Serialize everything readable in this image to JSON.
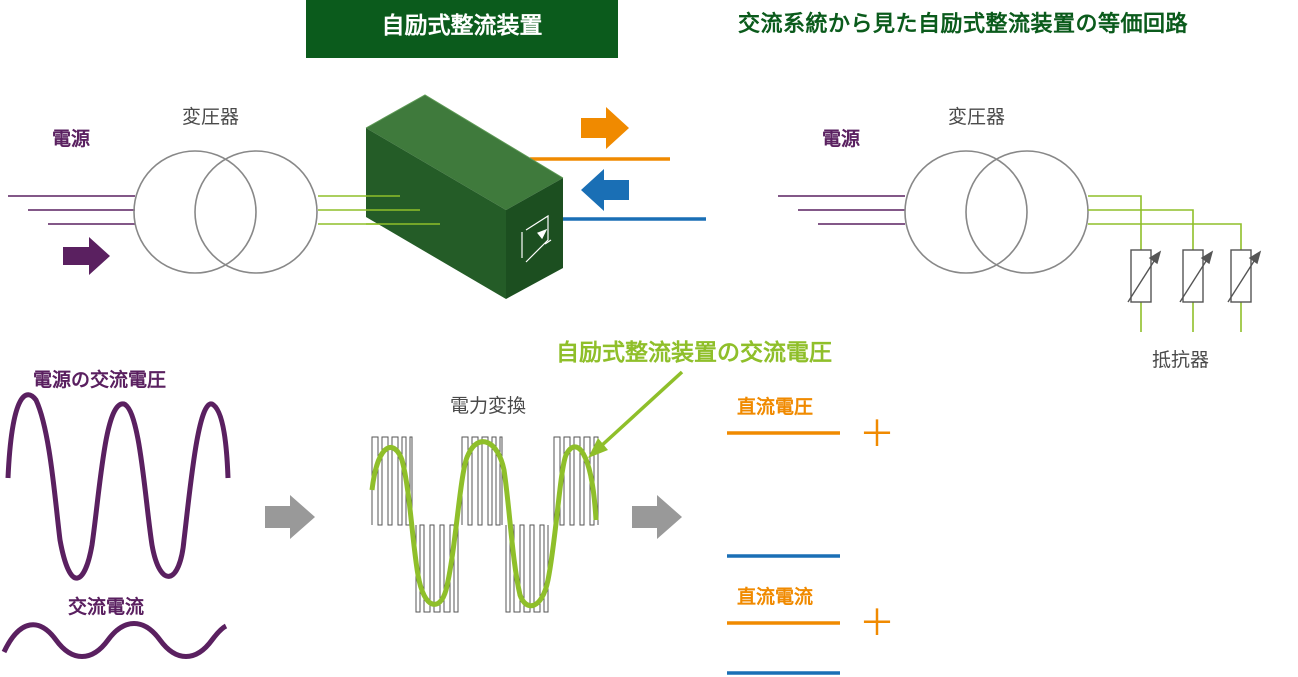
{
  "header": {
    "title": "自励式整流装置"
  },
  "equivalent_circuit": {
    "title": "交流系統から見た自励式整流装置の等価回路",
    "source_label": "電源",
    "transformer_label": "変圧器",
    "resistor_label": "抵抗器"
  },
  "main_circuit": {
    "source_label": "電源",
    "transformer_label": "変圧器"
  },
  "waveforms": {
    "source_voltage_label": "電源の交流電圧",
    "ac_current_label": "交流電流",
    "conversion_label": "電力変換",
    "rectifier_ac_voltage_label": "自励式整流装置の交流電圧",
    "dc_voltage_label": "直流電圧",
    "dc_current_label": "直流電流",
    "plus_sign": "＋"
  },
  "colors": {
    "dark_green": "#0b5b1c",
    "box_green": "#24602a",
    "source_purple": "#5a2060",
    "ac_green": "#8fbf2a",
    "dc_orange": "#f08a00",
    "dc_blue": "#1a6fb5",
    "gray": "#888888"
  },
  "icons": [
    "right-arrow-icon",
    "left-arrow-icon",
    "igbt-symbol-icon",
    "variable-resistor-icon"
  ]
}
